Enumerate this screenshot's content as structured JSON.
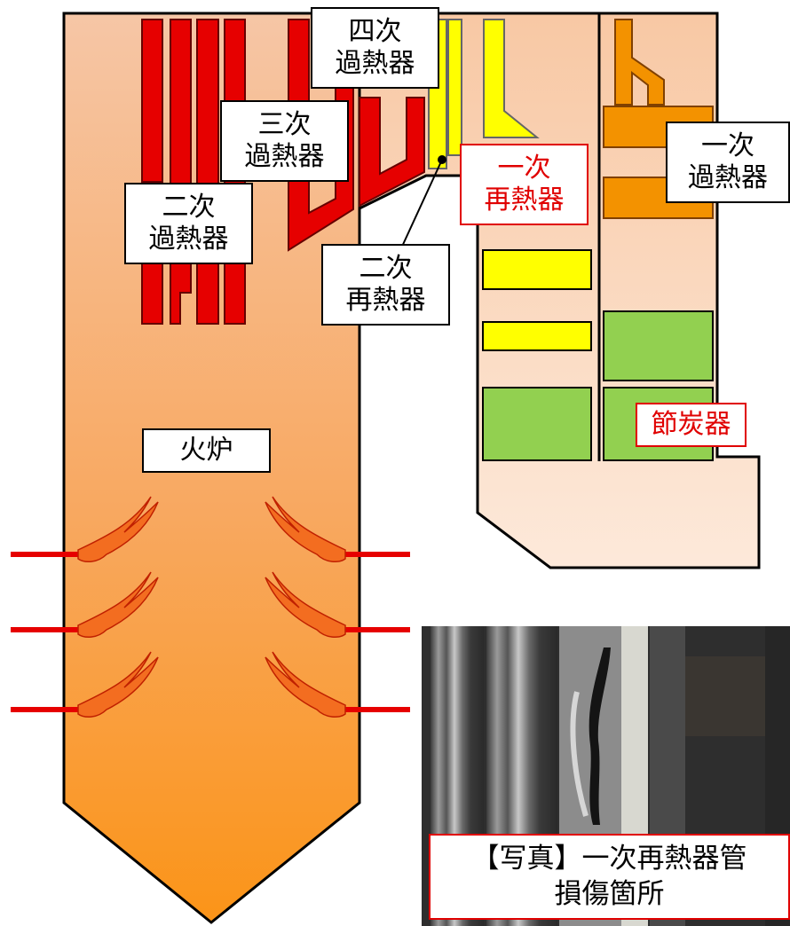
{
  "labels": {
    "quaternary_superheater": [
      "四次",
      "過熱器"
    ],
    "tertiary_superheater": [
      "三次",
      "過熱器"
    ],
    "secondary_superheater": [
      "二次",
      "過熱器"
    ],
    "primary_reheater": [
      "一次",
      "再熱器"
    ],
    "secondary_reheater": [
      "二次",
      "再熱器"
    ],
    "primary_superheater": [
      "一次",
      "過熱器"
    ],
    "economizer": "節炭器",
    "furnace": "火炉"
  },
  "photo_caption": [
    "【写真】一次再熱器管",
    "損傷箇所"
  ],
  "colors": {
    "furnace_top": "#f6c4a2",
    "furnace_bottom": "#fa9a2a",
    "backpass": "#f8cfae",
    "superheater_red": "#e60000",
    "reheater_yellow": "#ffff00",
    "primary_superheater_orange": "#f39200",
    "economizer_green": "#92d050",
    "highlight_red": "#e00000"
  }
}
